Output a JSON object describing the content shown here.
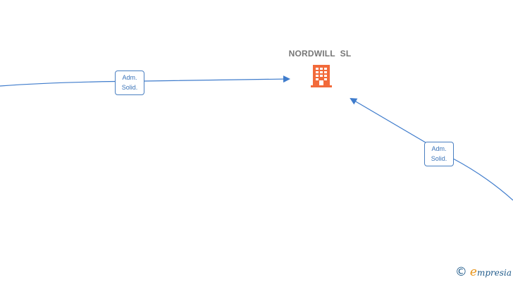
{
  "company": {
    "name": "NORDWILL  SL",
    "icon": "building-icon",
    "icon_color": "#f26a3a"
  },
  "edges": [
    {
      "label_line1": "Adm.",
      "label_line2": "Solid."
    },
    {
      "label_line1": "Adm.",
      "label_line2": "Solid."
    }
  ],
  "colors": {
    "edge": "#3f7ccc",
    "label_text": "#3a73b8",
    "company_label": "#777777"
  },
  "footer": {
    "copyright_symbol": "©",
    "brand_initial": "e",
    "brand_rest": "mpresia",
    "brand_initial_color": "#e8941a",
    "brand_color": "#1f5a8a"
  }
}
